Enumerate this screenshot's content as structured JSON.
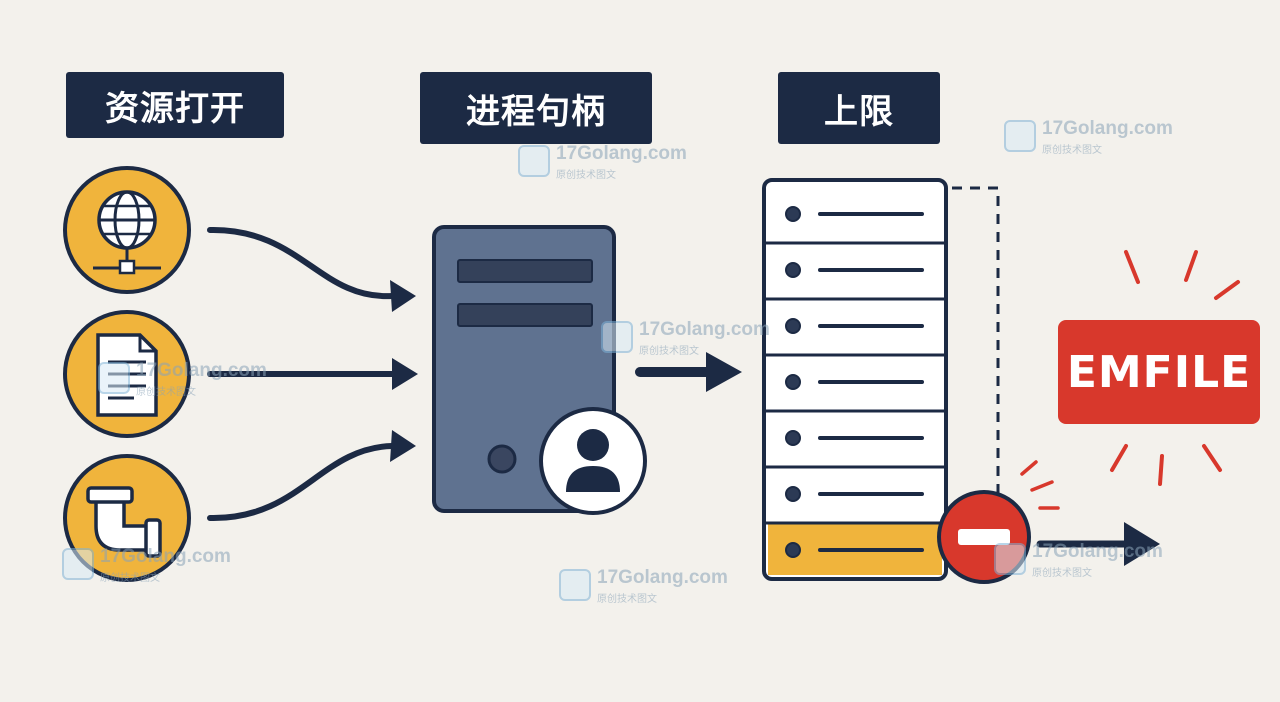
{
  "labels": {
    "resource_open": "资源打开",
    "process_handle": "进程句柄",
    "limit": "上限"
  },
  "error": "EMFILE",
  "watermark": {
    "site": "17Golang.com",
    "tagline": "原创技术图文"
  },
  "icons": {
    "resources": [
      "network-globe-icon",
      "file-document-icon",
      "pipe-icon"
    ],
    "process": "server-icon",
    "user": "user-icon",
    "blocked": "no-entry-icon"
  },
  "colors": {
    "navy": "#1c2a44",
    "resource_circle": "#f0b43c",
    "server": "#5f7290",
    "error": "#d8382c",
    "highlight_slot": "#f0b43c"
  }
}
